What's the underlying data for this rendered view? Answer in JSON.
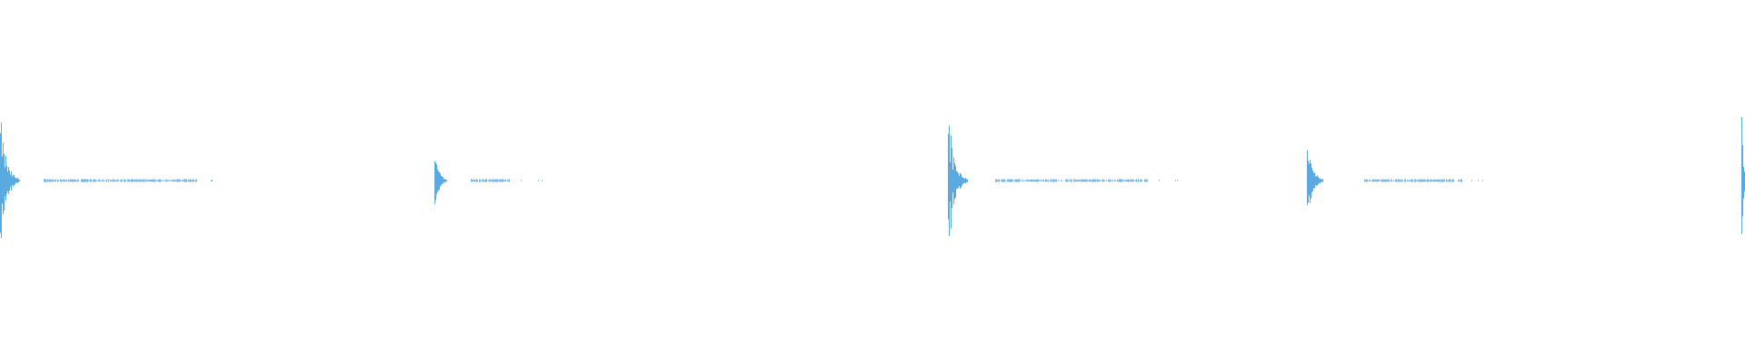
{
  "colors": {
    "background": "#ffffff",
    "waveform": "#5aa9e0"
  },
  "waveform": {
    "description_kind": "audio-waveform",
    "transients": [
      {
        "time_fraction": 0.0,
        "peak_amplitude": 0.85,
        "decay": 0.45
      },
      {
        "time_fraction": 0.249,
        "peak_amplitude": 0.45,
        "decay": 0.3
      },
      {
        "time_fraction": 0.543,
        "peak_amplitude": 1.0,
        "decay": 0.45
      },
      {
        "time_fraction": 0.749,
        "peak_amplitude": 0.6,
        "decay": 0.38
      },
      {
        "time_fraction": 0.998,
        "peak_amplitude": 0.95,
        "decay": 0.1
      }
    ]
  }
}
